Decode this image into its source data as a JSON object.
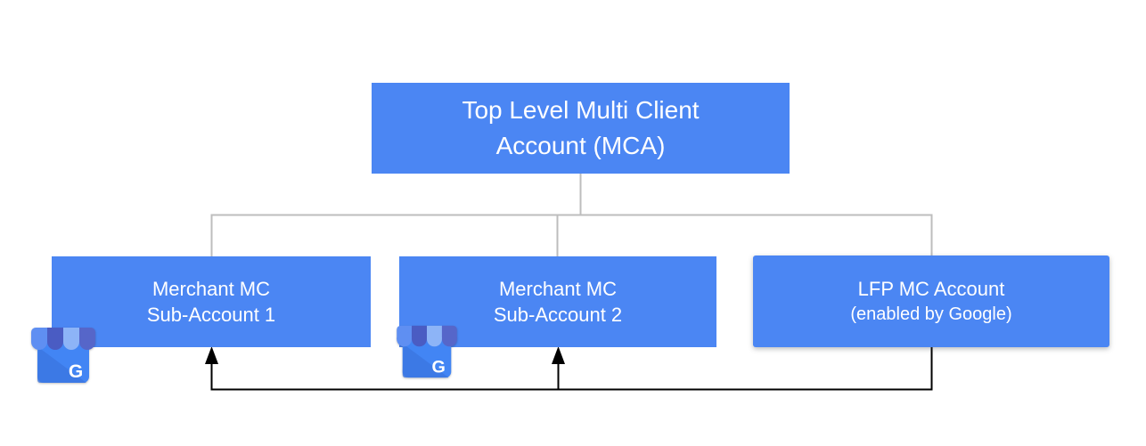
{
  "diagram": {
    "nodes": {
      "root": {
        "line1": "Top Level Multi Client",
        "line2": "Account (MCA)"
      },
      "sub1": {
        "line1": "Merchant MC",
        "line2": "Sub-Account 1"
      },
      "sub2": {
        "line1": "Merchant MC",
        "line2": "Sub-Account 2"
      },
      "lfp": {
        "line1": "LFP MC Account",
        "line2": "(enabled by Google)"
      }
    },
    "icons": {
      "business_profile_letter": "G"
    },
    "colors": {
      "node_fill": "#4b86f3",
      "node_text": "#ffffff",
      "tree_connector": "#bdbdbd",
      "arrow_line": "#000000",
      "icon_body": "#4285f4",
      "icon_body_shade": "#3b76e0",
      "icon_stripe_1": "#5f8ff2",
      "icon_stripe_2": "#4a5cc3",
      "icon_stripe_3": "#8db4f7",
      "icon_stripe_4": "#5666c9"
    }
  }
}
